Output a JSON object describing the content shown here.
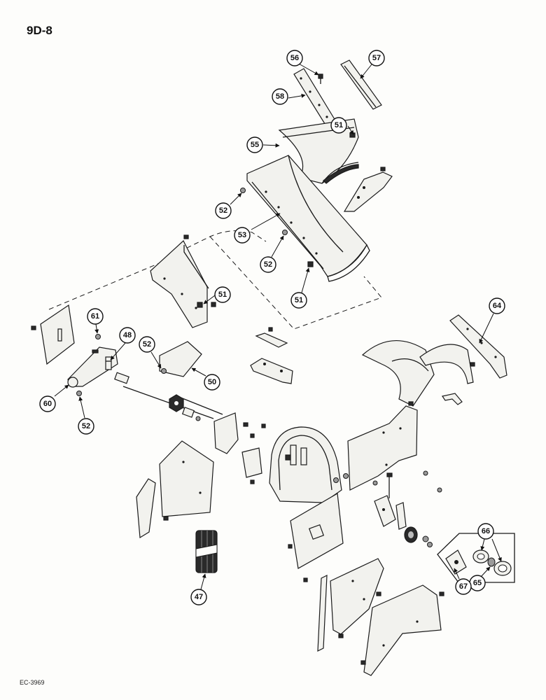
{
  "page": {
    "page_number": "9D-8",
    "reference_code": "EC-3969"
  },
  "callouts": {
    "c47": "47",
    "c48": "48",
    "c50": "50",
    "c51a": "51",
    "c51b": "51",
    "c51c": "51",
    "c52a": "52",
    "c52b": "52",
    "c52c": "52",
    "c52d": "52",
    "c53": "53",
    "c55": "55",
    "c56": "56",
    "c57": "57",
    "c58": "58",
    "c60": "60",
    "c61": "61",
    "c64": "64",
    "c65": "65",
    "c66": "66",
    "c67": "67"
  }
}
